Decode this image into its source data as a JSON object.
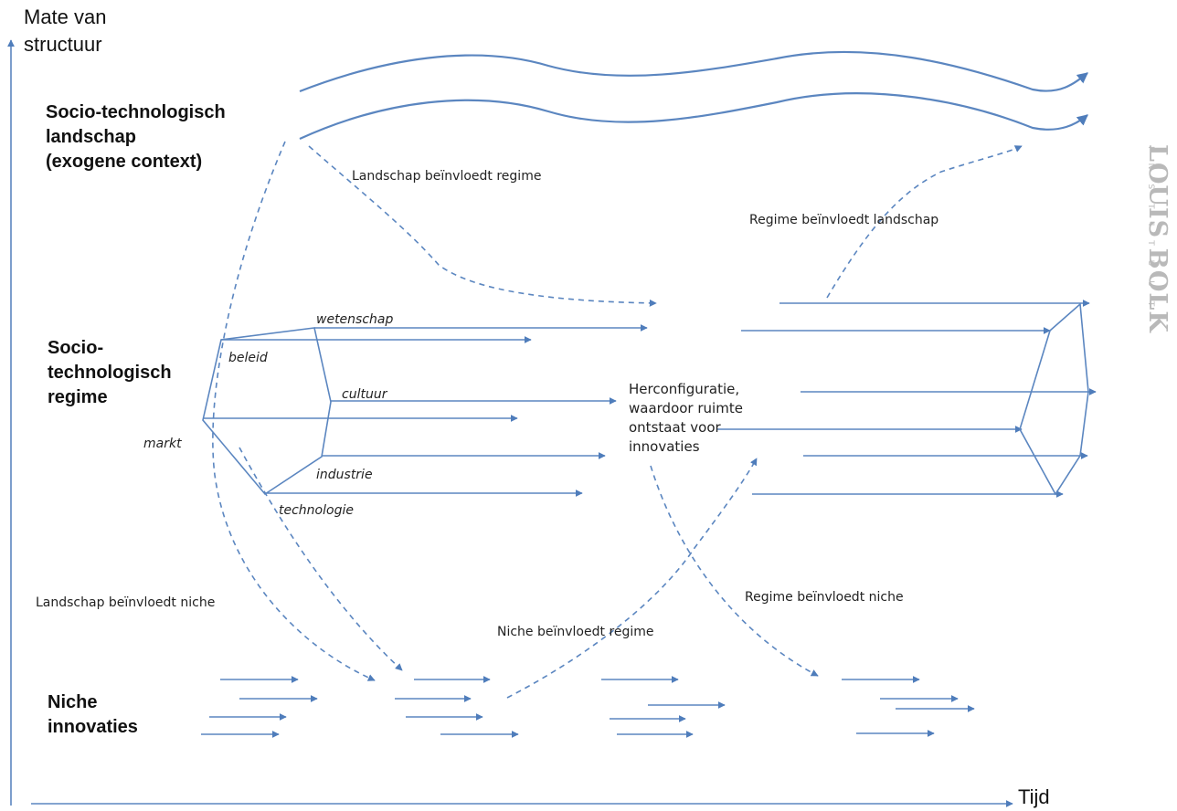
{
  "axes": {
    "y_label": "Mate van\nstructuur",
    "x_label": "Tijd"
  },
  "levels": {
    "landscape": "Socio-technologisch\nlandschap\n(exogene context)",
    "regime": "Socio-\ntechnologisch\nregime",
    "niche": "Niche\ninnovaties"
  },
  "annotations": {
    "landscape_to_regime": "Landschap beïnvloedt regime",
    "regime_to_landscape": "Regime beïnvloedt landschap",
    "reconfiguration": "Herconfiguratie,\nwaardoor ruimte\nontstaat voor\ninnovaties",
    "landscape_to_niche": "Landschap beïnvloedt niche",
    "niche_to_regime": "Niche beïnvloedt regime",
    "regime_to_niche": "Regime beïnvloedt niche"
  },
  "regime_dimensions": {
    "wetenschap": "wetenschap",
    "beleid": "beleid",
    "cultuur": "cultuur",
    "markt": "markt",
    "industrie": "industrie",
    "technologie": "technologie"
  },
  "logo": {
    "word1": "LOUIS BOLK",
    "word2": "INSTITUUT"
  },
  "colors": {
    "line": "#5b86c0",
    "text": "#111111",
    "logo": "#b9b9b9"
  }
}
